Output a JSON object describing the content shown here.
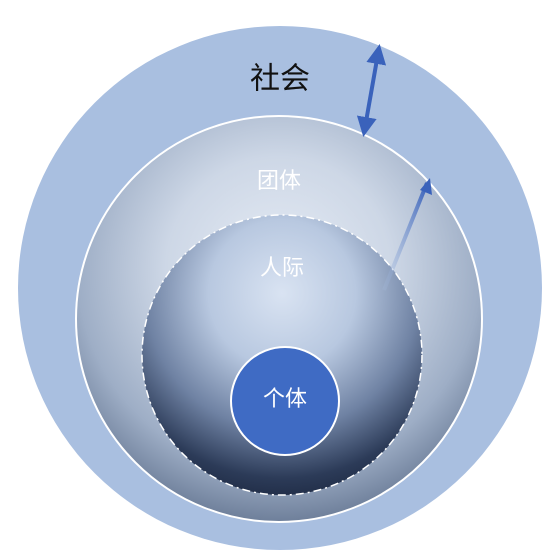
{
  "diagram": {
    "labels": {
      "society": "社会",
      "group": "团体",
      "interpersonal": "人际",
      "individual": "个体"
    },
    "colors": {
      "outer_ring": "#a9bfe0",
      "label_dark": "#111111",
      "label_light": "#ffffff",
      "individual_fill": "#3f6bc4",
      "arrow": "#3a62bb",
      "circle_stroke": "#ffffff"
    },
    "connectors": [
      {
        "type": "double-arrow",
        "icon": "double-arrow-icon"
      },
      {
        "type": "arrow",
        "icon": "arrow-icon"
      }
    ]
  }
}
